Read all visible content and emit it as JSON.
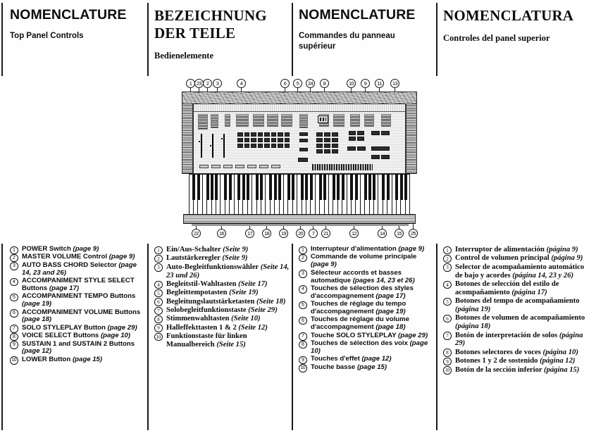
{
  "page": {
    "document_type": "keyboard owner's manual page",
    "columns": 4
  },
  "headers": [
    {
      "title": "NOMENCLATURE",
      "subtitle": "Top Panel Controls",
      "lang": "en"
    },
    {
      "title": "BEZEICHNUNG DER TEILE",
      "subtitle": "Bedienelemente",
      "lang": "de"
    },
    {
      "title": "NOMENCLATURE",
      "subtitle": "Commandes du panneau supérieur",
      "lang": "fr"
    },
    {
      "title": "NOMENCLATURA",
      "subtitle": "Controles del panel superior",
      "lang": "es"
    }
  ],
  "illustration": {
    "name": "keyboard-top-panel-diagram",
    "brand_text": "PSR-27",
    "callouts_top": [
      "1",
      "23",
      "2",
      "3",
      "4",
      "6",
      "5",
      "24",
      "8",
      "10",
      "9",
      "11",
      "13"
    ],
    "callouts_bottom": [
      "22",
      "16",
      "17",
      "18",
      "19",
      "20",
      "7",
      "21",
      "12",
      "14",
      "15",
      "25"
    ]
  },
  "lists": {
    "english": [
      {
        "n": "1",
        "text": "POWER Switch ",
        "page": "(page 9)"
      },
      {
        "n": "2",
        "text": "MASTER VOLUME Control ",
        "page": "(page 9)"
      },
      {
        "n": "3",
        "text": "AUTO BASS CHORD Selector ",
        "page": "(page 14, 23 and 26)"
      },
      {
        "n": "4",
        "text": "ACCOMPANIMENT STYLE SELECT Buttons ",
        "page": "(page 17)"
      },
      {
        "n": "5",
        "text": "ACCOMPANIMENT TEMPO Buttons ",
        "page": "(page 19)"
      },
      {
        "n": "6",
        "text": "ACCOMPANIMENT VOLUME Buttons ",
        "page": "(page 18)"
      },
      {
        "n": "7",
        "text": "SOLO STYLEPLAY Button ",
        "page": "(page 29)"
      },
      {
        "n": "8",
        "text": "VOICE SELECT Buttons ",
        "page": "(page 10)"
      },
      {
        "n": "9",
        "text": "SUSTAIN 1 and SUSTAIN 2 Buttons ",
        "page": "(page 12)"
      },
      {
        "n": "10",
        "text": "LOWER  Button ",
        "page": "(page 15)"
      }
    ],
    "german": [
      {
        "n": "1",
        "text": "Ein/Aus-Schalter ",
        "page": "(Seite 9)"
      },
      {
        "n": "2",
        "text": "Lautstärkeregler ",
        "page": "(Seite 9)"
      },
      {
        "n": "3",
        "text": "Auto-Begleitfunktionswähler ",
        "page": "(Seite 14, 23 und 26)"
      },
      {
        "n": "4",
        "text": "Begleitstil-Wahltasten ",
        "page": "(Seite 17)"
      },
      {
        "n": "5",
        "text": "Begleittempotasten ",
        "page": "(Seite 19)"
      },
      {
        "n": "6",
        "text": "Begleitungslautstärketasten ",
        "page": "(Seite 18)"
      },
      {
        "n": "7",
        "text": "Solobegleitfunktionstaste ",
        "page": "(Seite 29)"
      },
      {
        "n": "8",
        "text": "Stimmenwahltasten ",
        "page": "(Seite 10)"
      },
      {
        "n": "9",
        "text": "Halleffekttasten 1 & 2 ",
        "page": "(Seite 12)"
      },
      {
        "n": "10",
        "text": "Funktionstaste für linken Manualbereich ",
        "page": "(Seite 15)"
      }
    ],
    "french": [
      {
        "n": "1",
        "text": "Interrupteur d'alimentation ",
        "page": "(page 9)"
      },
      {
        "n": "2",
        "text": "Commande de volume principale ",
        "page": "(page 9)"
      },
      {
        "n": "3",
        "text": "Sélecteur accords et basses automatique ",
        "page": "(pages 14, 23 et 26)"
      },
      {
        "n": "4",
        "text": "Touches de sélection des styles d'accompagnement ",
        "page": "(page 17)"
      },
      {
        "n": "5",
        "text": "Touches de réglage du tempo d'accompagnement ",
        "page": "(page 19)"
      },
      {
        "n": "6",
        "text": "Touches de réglage du volume d'accompagnement ",
        "page": "(page 18)"
      },
      {
        "n": "7",
        "text": "Touche SOLO STYLEPLAY ",
        "page": "(page 29)"
      },
      {
        "n": "8",
        "text": "Touches de sélection des voix ",
        "page": "(page 10)"
      },
      {
        "n": "9",
        "text": "Touches d'effet ",
        "page": "(page 12)"
      },
      {
        "n": "10",
        "text": "Touche basse ",
        "page": "(page 15)"
      }
    ],
    "spanish": [
      {
        "n": "1",
        "text": "Interruptor de alimentación ",
        "page": "(página 9)"
      },
      {
        "n": "2",
        "text": "Control de volumen principal ",
        "page": "(página 9)"
      },
      {
        "n": "3",
        "text": "Selector de acompañamiento automático de bajo y acordes ",
        "page": "(página 14, 23 y 26)"
      },
      {
        "n": "4",
        "text": "Botones de selección del estilo de acompañamiento ",
        "page": "(página 17)"
      },
      {
        "n": "5",
        "text": "Botones del tempo de acompañamiento ",
        "page": "(página 19)"
      },
      {
        "n": "6",
        "text": "Botones de volumen de acompañamiento ",
        "page": "(página 18)"
      },
      {
        "n": "7",
        "text": "Botón de interpretación de solos ",
        "page": "(página 29)"
      },
      {
        "n": "8",
        "text": "Botones selectores de voces ",
        "page": "(página 10)"
      },
      {
        "n": "9",
        "text": "Botones 1 y 2 de sostenido ",
        "page": "(página 12)"
      },
      {
        "n": "10",
        "text": "Botón de la sección inferior ",
        "page": "(página 15)"
      }
    ]
  }
}
